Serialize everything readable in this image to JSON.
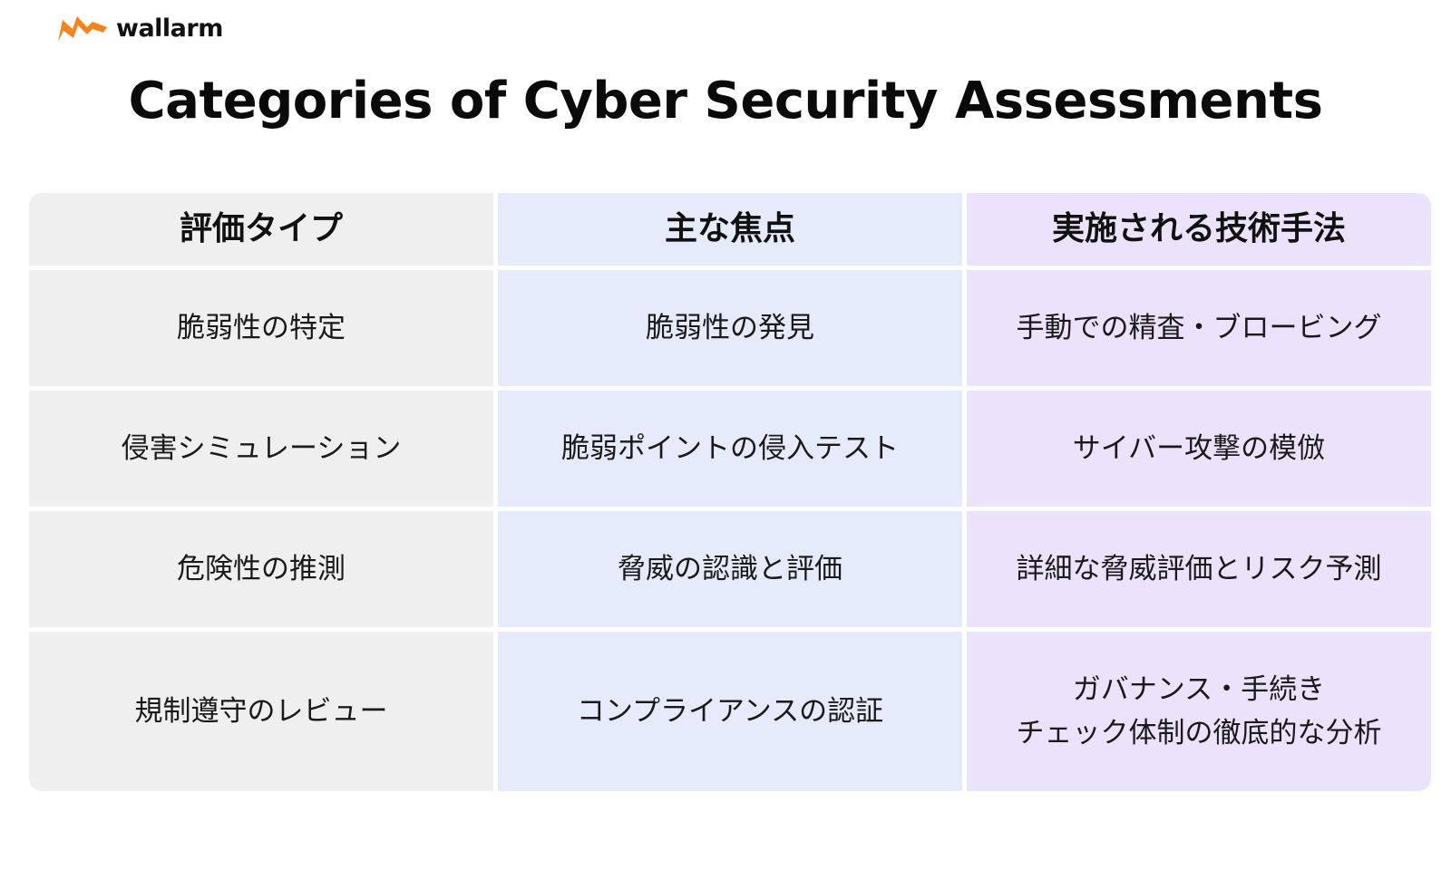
{
  "brand": {
    "name": "wallarm",
    "logo_icon": "wallarm-flame-logo-icon",
    "logo_color": "#f7831f"
  },
  "title": "Categories of Cyber Security Assessments",
  "table": {
    "headers": [
      "評価タイプ",
      "主な焦点",
      "実施される技術手法"
    ],
    "rows": [
      [
        "脆弱性の特定",
        "脆弱性の発見",
        "手動での精査・ブロービング"
      ],
      [
        "侵害シミュレーション",
        "脆弱ポイントの侵入テスト",
        "サイバー攻撃の模倣"
      ],
      [
        "危険性の推測",
        "脅威の認識と評価",
        "詳細な脅威評価とリスク予測"
      ],
      [
        "規制遵守のレビュー",
        "コンプライアンスの認証",
        "ガバナンス・手続き\nチェック体制の徹底的な分析"
      ]
    ],
    "column_colors": [
      "#efefef",
      "#e6ebfc",
      "#ebe2fb"
    ]
  }
}
